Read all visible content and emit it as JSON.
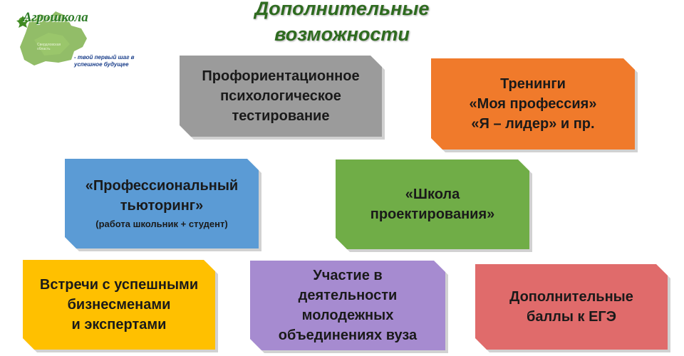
{
  "logo": {
    "name": "Агрошкола",
    "region": "Свердловская область",
    "tagline": "- твой первый шаг в успешное будущее"
  },
  "title": {
    "line1": "Дополнительные",
    "line2": "возможности"
  },
  "cards": [
    {
      "lines": [
        "Профориентационное",
        "психологическое",
        "тестирование"
      ],
      "color": "#9b9b9b"
    },
    {
      "lines": [
        "Тренинги",
        "«Моя профессия»",
        "«Я – лидер» и пр."
      ],
      "color": "#f07a2b"
    },
    {
      "lines": [
        "«Профессиональный",
        "тьюторинг»"
      ],
      "sub": "(работа школьник  + студент)",
      "color": "#5b9bd5"
    },
    {
      "lines": [
        "«Школа",
        "проектирования»"
      ],
      "color": "#70ad47"
    },
    {
      "lines": [
        "Встречи с успешными",
        "бизнесменами",
        "и экспертами"
      ],
      "color": "#ffc000"
    },
    {
      "lines": [
        "Участие в",
        "деятельности",
        "молодежных",
        "объединениях вуза"
      ],
      "color": "#a68bd0"
    },
    {
      "lines": [
        "Дополнительные",
        "баллы к ЕГЭ"
      ],
      "color": "#e06b6b"
    }
  ]
}
